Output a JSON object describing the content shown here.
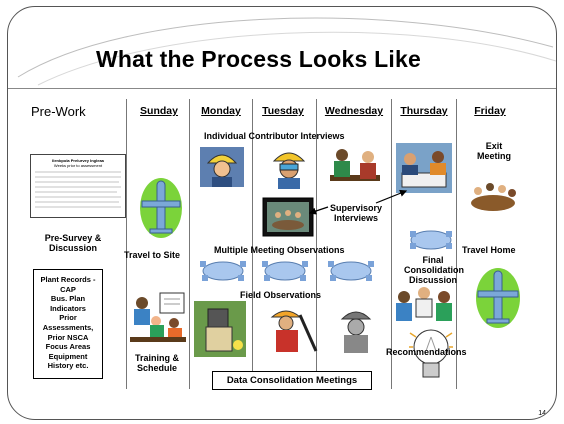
{
  "slide": {
    "title": "What the Process Looks Like",
    "page_number": "14"
  },
  "columns": {
    "prework": "Pre-Work",
    "days": [
      "Sunday",
      "Monday",
      "Tuesday",
      "Wednesday",
      "Thursday",
      "Friday"
    ]
  },
  "labels": {
    "individual_contributor": "Individual Contributor Interviews",
    "exit_meeting": "Exit Meeting",
    "supervisory": "Supervisory Interviews",
    "pre_survey": "Pre-Survey & Discussion",
    "travel_to_site": "Travel to Site",
    "multiple_meeting": "Multiple Meeting Observations",
    "final_consolidation": "Final Consolidation Discussion",
    "travel_home": "Travel Home",
    "field_observations": "Field Observations",
    "recommendations": "Recommendations",
    "training_schedule": "Training & Schedule",
    "data_consolidation": "Data Consolidation Meetings"
  },
  "records_box": [
    "Plant Records -",
    "CAP",
    "Bus. Plan",
    "Indicators",
    "Prior",
    "Assessments,",
    "Prior NSCA",
    "Focus Areas",
    "Equipment",
    "History etc."
  ],
  "survey_doc": {
    "title": "Ilenbpola Prelurvey Ingleaa",
    "subtitle": "Weeks prior to assessment"
  },
  "colors": {
    "accent_green": "#7bd33a",
    "plane_blue": "#7ba8d8",
    "table_blue": "#a9c7ee"
  }
}
